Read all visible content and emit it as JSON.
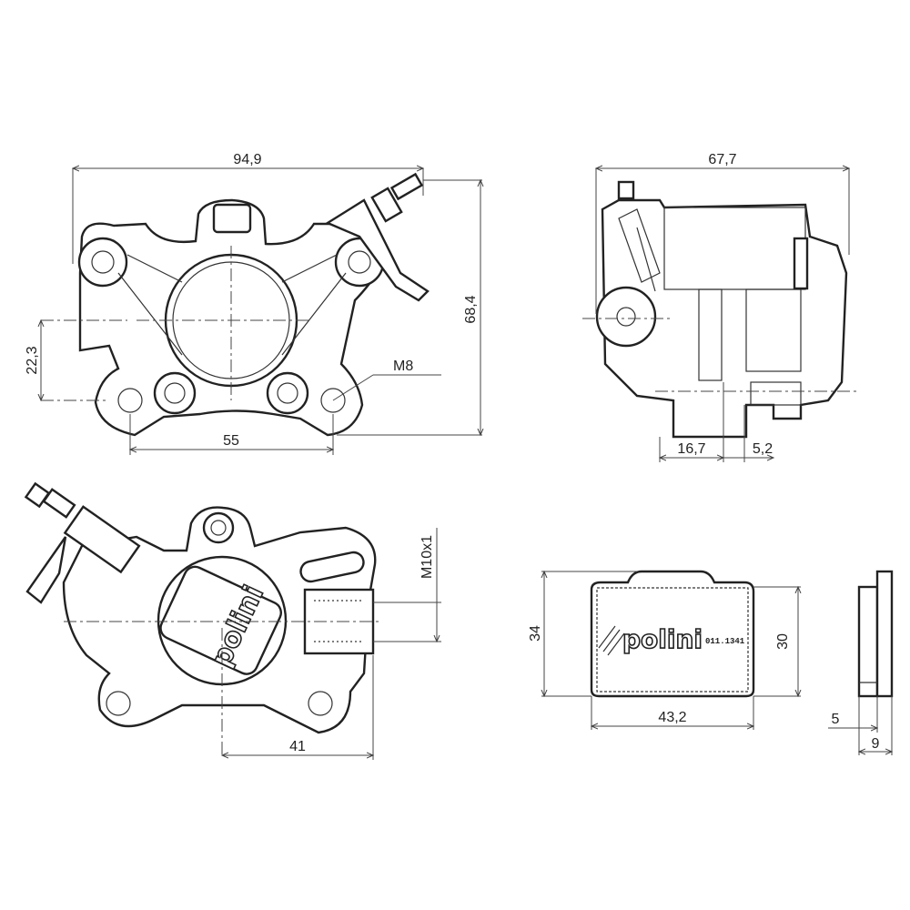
{
  "drawing": {
    "front_view": {
      "width_label": "94,9",
      "height_label": "68,4",
      "offset_label": "22,3",
      "thread_label": "M8",
      "mount_spacing_label": "55"
    },
    "side_view": {
      "width_label": "67,7",
      "pad_label": "16,7",
      "gap_label": "5,2"
    },
    "rear_view": {
      "thread_label": "M10x1",
      "offset_label": "41",
      "logo_text": "polini"
    },
    "brake_pad": {
      "height_outer_label": "34",
      "height_inner_label": "30",
      "width_label": "43,2",
      "logo_text": "polini",
      "part_code": "011.1341"
    },
    "pad_profile": {
      "backing_label": "5",
      "total_label": "9"
    }
  }
}
